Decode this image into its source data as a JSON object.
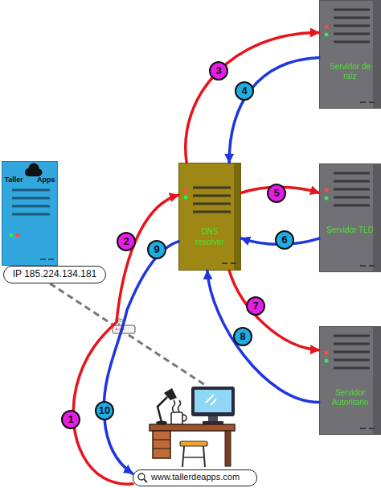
{
  "diagram": {
    "nodes": [
      {
        "text": [
          "Taller Apps"
        ]
      },
      {
        "text": [
          "IP 185.224.134.181"
        ]
      },
      {
        "text": [
          "DNS resolver"
        ]
      },
      {
        "text": [
          "Servidor de raíz"
        ]
      },
      {
        "text": [
          "Servidor TLD"
        ]
      },
      {
        "text": [
          "Servidor Autoritario"
        ]
      },
      {
        "text": [
          "www.tallerdeapps.com"
        ]
      }
    ],
    "edges": [
      {
        "from": 6,
        "to": 2,
        "arrow": "to"
      },
      {
        "from": 2,
        "to": 3,
        "arrow": "to"
      },
      {
        "from": 3,
        "to": 2,
        "arrow": "to"
      },
      {
        "from": 2,
        "to": 4,
        "arrow": "to"
      },
      {
        "from": 4,
        "to": 2,
        "arrow": "to"
      },
      {
        "from": 2,
        "to": 5,
        "arrow": "to"
      },
      {
        "from": 5,
        "to": 2,
        "arrow": "to"
      },
      {
        "from": 2,
        "to": 6,
        "arrow": "to"
      }
    ],
    "labels": [
      "1",
      "2",
      "3",
      "4",
      "5",
      "6",
      "7",
      "8",
      "9",
      "10"
    ]
  }
}
